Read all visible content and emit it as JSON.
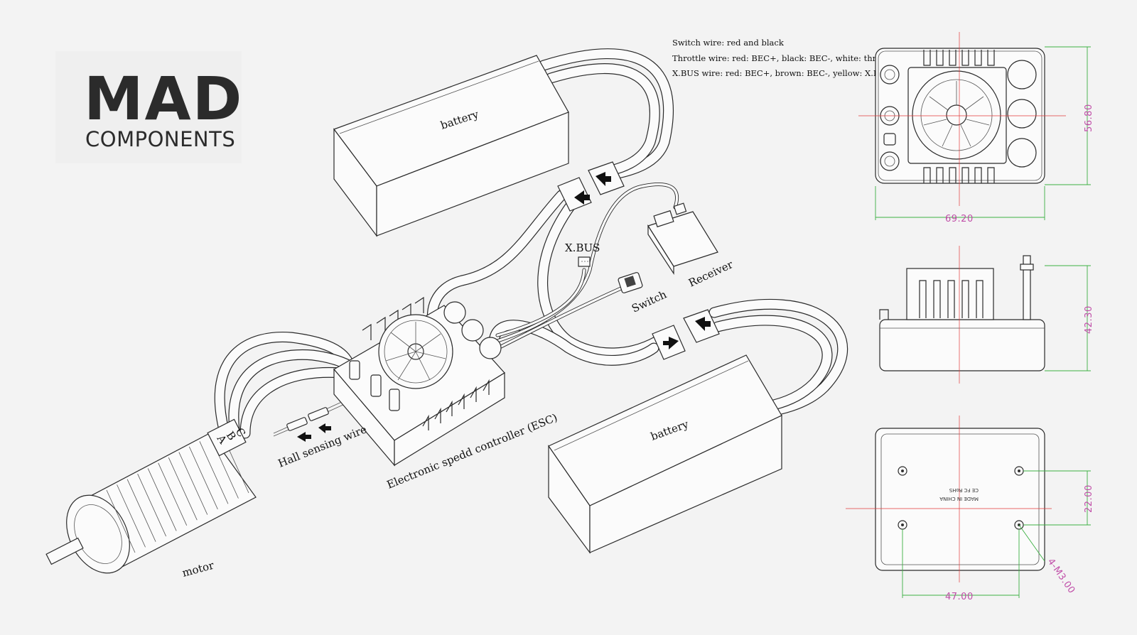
{
  "brand": {
    "logo_main": "MAD",
    "logo_sub": "COMPONENTS"
  },
  "notes": [
    "Switch wire: red and black",
    "Throttle wire: red: BEC+, black: BEC-, white: throttle",
    "X.BUS wire: red: BEC+, brown: BEC-, yellow: X.BUS"
  ],
  "labels": {
    "battery_top": "battery",
    "battery_bottom": "battery",
    "xbus": "X.BUS",
    "switch": "Switch",
    "receiver": "Receiver",
    "hall": "Hall sensing wire",
    "esc": "Electronic spedd controller (ESC)",
    "motor": "motor",
    "phase_a": "A",
    "phase_b": "B",
    "phase_c": "C"
  },
  "dimensions": {
    "top_width": "69.20",
    "top_height": "56.80",
    "side_height": "42.30",
    "bottom_hole_x": "47.00",
    "bottom_hole_y": "22.00",
    "bottom_screw": "4-M3.00"
  },
  "stamp": {
    "line1": "MADE IN CHINA",
    "line2": "CE FC RoHS"
  },
  "colors": {
    "dimension": "#3cb043",
    "center_line": "#e23b3b",
    "dimension_text": "#c04ea8"
  }
}
